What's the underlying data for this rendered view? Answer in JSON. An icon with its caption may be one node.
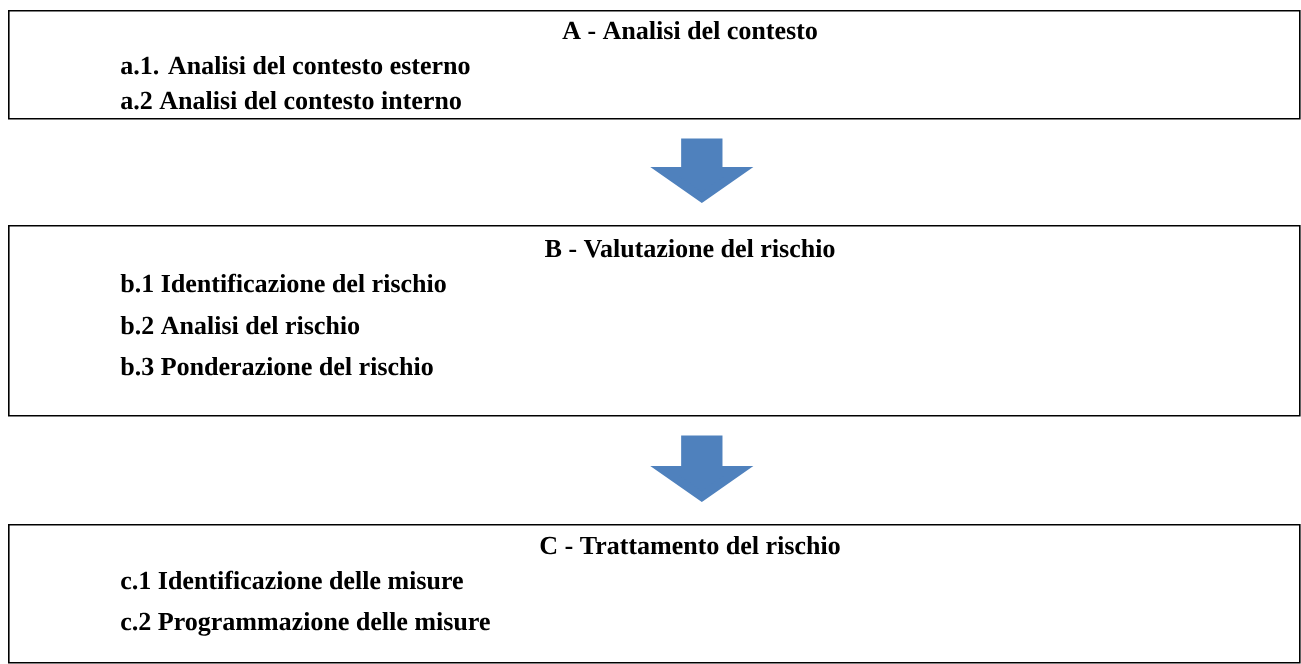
{
  "diagram": {
    "nodes": [
      {
        "text": [
          "A - Analisi del contesto",
          "a.1. Analisi del contesto esterno",
          "a.2  Analisi del contesto interno"
        ]
      },
      {
        "text": [
          "B - Valutazione del rischio",
          "b.1 Identificazione del rischio",
          "b.2 Analisi del rischio",
          "b.3 Ponderazione del rischio"
        ]
      },
      {
        "text": [
          "C - Trattamento del rischio",
          "c.1 Identificazione delle misure",
          "c.2 Programmazione delle misure"
        ]
      }
    ],
    "edges": [
      {
        "from": 0,
        "to": 1,
        "arrow": "to"
      },
      {
        "from": 1,
        "to": 2,
        "arrow": "to"
      }
    ]
  }
}
